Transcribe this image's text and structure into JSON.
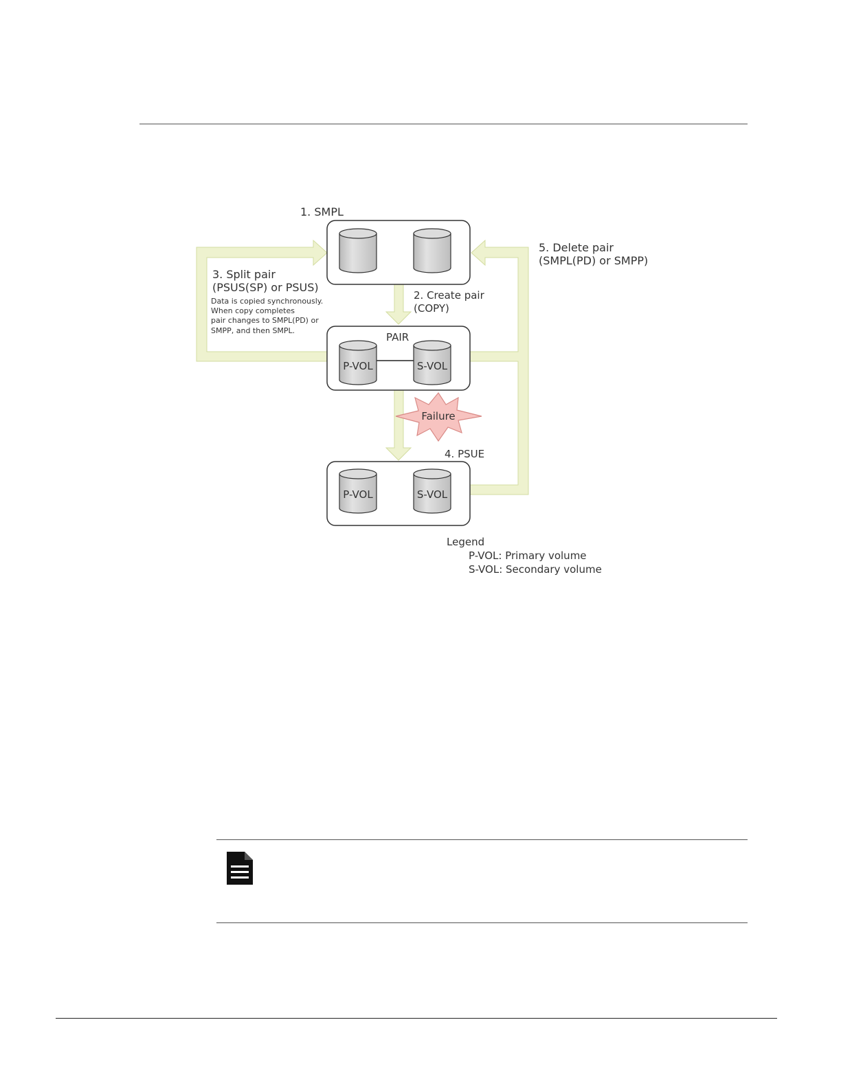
{
  "diagram": {
    "states": {
      "smpl": "1. SMPL",
      "pair": "PAIR",
      "psue": "4. PSUE"
    },
    "transitions": {
      "create_line1": "2. Create pair",
      "create_line2": "(COPY)",
      "split_line1": "3. Split pair",
      "split_line2": "(PSUS(SP) or PSUS)",
      "split_note": [
        "Data is copied synchronously.",
        "When copy completes",
        "pair changes to SMPL(PD) or",
        "SMPP, and then SMPL."
      ],
      "delete_line1": "5. Delete pair",
      "delete_line2": "(SMPL(PD) or SMPP)"
    },
    "volumes": {
      "pvol": "P-VOL",
      "svol": "S-VOL"
    },
    "failure": "Failure",
    "legend": {
      "title": "Legend",
      "pvol": "P-VOL: Primary volume",
      "svol": "S-VOL: Secondary volume"
    },
    "colors": {
      "arrow_fill": "#eef2cf",
      "arrow_stroke": "#d3dca0",
      "failure_fill": "#f7c3c0",
      "failure_stroke": "#d98a86",
      "cylinder_fill": "#d6d6d6",
      "box_stroke": "#333333"
    }
  },
  "note": {
    "icon": "document-icon"
  }
}
